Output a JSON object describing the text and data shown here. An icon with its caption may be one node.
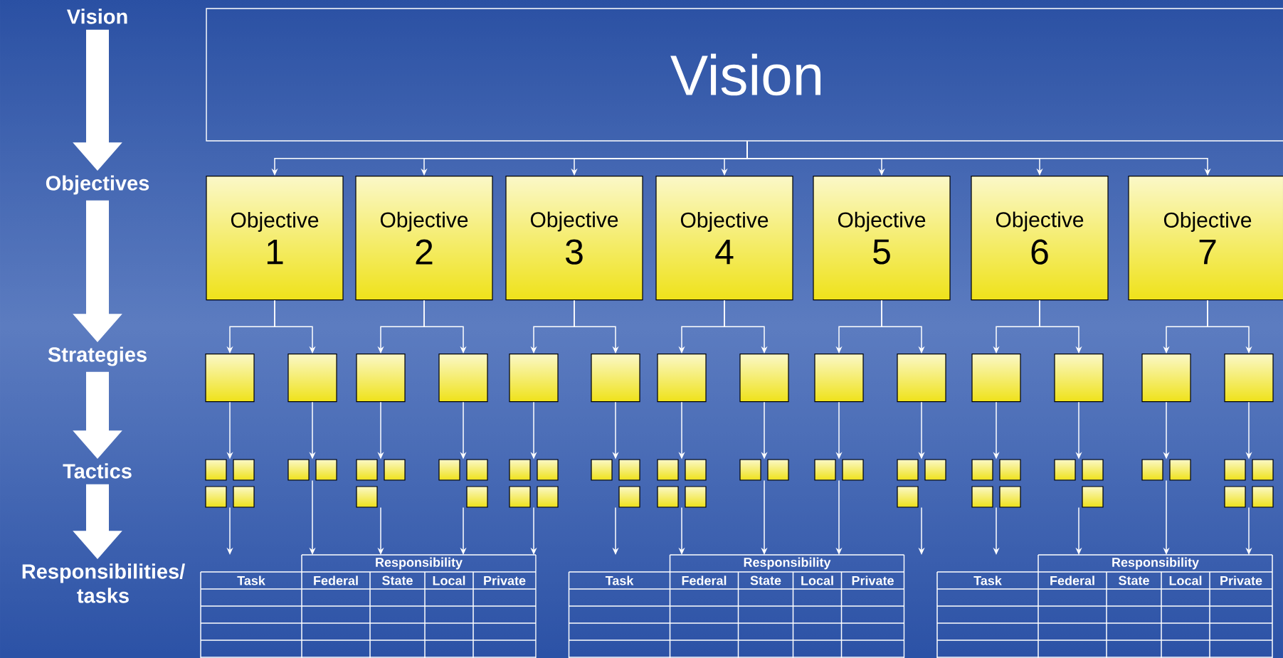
{
  "diagram": {
    "nodes": [
      {
        "text": [
          "Vision"
        ]
      },
      {
        "text": [
          "Objectives"
        ]
      },
      {
        "text": [
          "Strategies"
        ]
      },
      {
        "text": [
          "Tactics"
        ]
      },
      {
        "text": [
          "Responsibilities/ tasks"
        ]
      },
      {
        "text": [
          "Vision"
        ]
      },
      {
        "text": [
          "Objective",
          "1"
        ]
      },
      {
        "text": [
          "Objective",
          "2"
        ]
      },
      {
        "text": [
          "Objective",
          "3"
        ]
      },
      {
        "text": [
          "Objective",
          "4"
        ]
      },
      {
        "text": [
          "Objective",
          "5"
        ]
      },
      {
        "text": [
          "Objective",
          "6"
        ]
      },
      {
        "text": [
          "Objective",
          "7"
        ]
      },
      {
        "text": [],
        "shape": "box"
      },
      {
        "text": [],
        "shape": "box"
      },
      {
        "text": [],
        "shape": "box"
      },
      {
        "text": [],
        "shape": "box"
      },
      {
        "text": [],
        "shape": "box"
      },
      {
        "text": [],
        "shape": "box"
      },
      {
        "text": [],
        "shape": "box"
      },
      {
        "text": [],
        "shape": "box"
      },
      {
        "text": [],
        "shape": "box"
      },
      {
        "text": [],
        "shape": "box"
      },
      {
        "text": [],
        "shape": "box"
      },
      {
        "text": [],
        "shape": "box"
      },
      {
        "text": [],
        "shape": "box"
      },
      {
        "text": [],
        "shape": "box"
      },
      {
        "text": [],
        "shape": "box"
      },
      {
        "text": [],
        "shape": "box"
      },
      {
        "text": [],
        "shape": "box"
      },
      {
        "text": [],
        "shape": "box"
      },
      {
        "text": [],
        "shape": "box"
      },
      {
        "text": [],
        "shape": "box"
      },
      {
        "text": [],
        "shape": "box"
      },
      {
        "text": [],
        "shape": "box"
      },
      {
        "text": [],
        "shape": "box"
      },
      {
        "text": [],
        "shape": "box"
      },
      {
        "text": [],
        "shape": "box"
      },
      {
        "text": [],
        "shape": "box"
      },
      {
        "text": [],
        "shape": "box"
      },
      {
        "text": [],
        "shape": "box"
      },
      {
        "text": [],
        "shape": "box"
      },
      {
        "text": [],
        "shape": "box"
      },
      {
        "text": [],
        "shape": "box"
      },
      {
        "text": [],
        "shape": "box"
      },
      {
        "text": [],
        "shape": "box"
      },
      {
        "text": [],
        "shape": "box"
      },
      {
        "text": [],
        "shape": "box"
      },
      {
        "text": [],
        "shape": "box"
      },
      {
        "text": [],
        "shape": "box"
      },
      {
        "text": [],
        "shape": "box"
      },
      {
        "text": [],
        "shape": "box"
      },
      {
        "text": [],
        "shape": "box"
      },
      {
        "text": [],
        "shape": "box"
      },
      {
        "text": [],
        "shape": "box"
      },
      {
        "text": [],
        "shape": "box"
      },
      {
        "text": [],
        "shape": "box"
      },
      {
        "text": [],
        "shape": "box"
      },
      {
        "text": [],
        "shape": "box"
      },
      {
        "text": [],
        "shape": "box"
      },
      {
        "text": [],
        "shape": "box"
      },
      {
        "text": [],
        "shape": "box"
      },
      {
        "text": [],
        "shape": "box"
      },
      {
        "text": [],
        "shape": "box"
      },
      {
        "text": [],
        "shape": "box"
      },
      {
        "text": [],
        "shape": "box"
      },
      {
        "text": [],
        "shape": "box"
      },
      {
        "text": [],
        "shape": "box"
      },
      {
        "text": [],
        "shape": "box"
      },
      {
        "text": [],
        "shape": "box"
      },
      {
        "text": [
          "Responsibility",
          "Task",
          "Federal",
          "State",
          "Local",
          "Private"
        ]
      },
      {
        "text": [
          "Responsibility",
          "Task",
          "Federal",
          "State",
          "Local",
          "Private"
        ]
      },
      {
        "text": [
          "Responsibility",
          "Task",
          "Federal",
          "State",
          "Local",
          "Private"
        ]
      }
    ],
    "edges": [
      {
        "from": 0,
        "to": 1,
        "arrow": "to",
        "style": "thick"
      },
      {
        "from": 1,
        "to": 2,
        "arrow": "to",
        "style": "thick"
      },
      {
        "from": 2,
        "to": 3,
        "arrow": "to",
        "style": "thick"
      },
      {
        "from": 3,
        "to": 4,
        "arrow": "to",
        "style": "thick"
      },
      {
        "from": 5,
        "to": 6,
        "arrow": "to"
      },
      {
        "from": 5,
        "to": 7,
        "arrow": "to"
      },
      {
        "from": 5,
        "to": 8,
        "arrow": "to"
      },
      {
        "from": 5,
        "to": 9,
        "arrow": "to"
      },
      {
        "from": 5,
        "to": 10,
        "arrow": "to"
      },
      {
        "from": 5,
        "to": 11,
        "arrow": "to"
      },
      {
        "from": 5,
        "to": 12,
        "arrow": "to"
      },
      {
        "from": 6,
        "to": 13,
        "arrow": "to"
      },
      {
        "from": 6,
        "to": 14,
        "arrow": "to"
      },
      {
        "from": 7,
        "to": 15,
        "arrow": "to"
      },
      {
        "from": 7,
        "to": 16,
        "arrow": "to"
      },
      {
        "from": 8,
        "to": 17,
        "arrow": "to"
      },
      {
        "from": 8,
        "to": 18,
        "arrow": "to"
      },
      {
        "from": 9,
        "to": 19,
        "arrow": "to"
      },
      {
        "from": 9,
        "to": 20,
        "arrow": "to"
      },
      {
        "from": 10,
        "to": 21,
        "arrow": "to"
      },
      {
        "from": 10,
        "to": 22,
        "arrow": "to"
      },
      {
        "from": 11,
        "to": 23,
        "arrow": "to"
      },
      {
        "from": 11,
        "to": 24,
        "arrow": "to"
      },
      {
        "from": 12,
        "to": 25,
        "arrow": "to"
      },
      {
        "from": 12,
        "to": 26,
        "arrow": "to"
      },
      {
        "from": 13,
        "to": 27,
        "arrow": "to"
      },
      {
        "from": 14,
        "to": 31,
        "arrow": "to"
      },
      {
        "from": 15,
        "to": 33,
        "arrow": "to"
      },
      {
        "from": 16,
        "to": 36,
        "arrow": "to"
      },
      {
        "from": 17,
        "to": 39,
        "arrow": "to"
      },
      {
        "from": 18,
        "to": 43,
        "arrow": "to"
      },
      {
        "from": 19,
        "to": 46,
        "arrow": "to"
      },
      {
        "from": 20,
        "to": 50,
        "arrow": "to"
      },
      {
        "from": 21,
        "to": 52,
        "arrow": "to"
      },
      {
        "from": 22,
        "to": 54,
        "arrow": "to"
      },
      {
        "from": 23,
        "to": 57,
        "arrow": "to"
      },
      {
        "from": 24,
        "to": 61,
        "arrow": "to"
      },
      {
        "from": 25,
        "to": 64,
        "arrow": "to"
      },
      {
        "from": 26,
        "to": 66,
        "arrow": "to"
      },
      {
        "from": 30,
        "to": 70,
        "arrow": "to"
      },
      {
        "from": 32,
        "to": 70,
        "arrow": "to"
      },
      {
        "from": 35,
        "to": 70,
        "arrow": "to"
      },
      {
        "from": 38,
        "to": 70,
        "arrow": "to"
      },
      {
        "from": 42,
        "to": 70,
        "arrow": "to"
      },
      {
        "from": 45,
        "to": 71,
        "arrow": "to"
      },
      {
        "from": 49,
        "to": 71,
        "arrow": "to"
      },
      {
        "from": 51,
        "to": 71,
        "arrow": "to"
      },
      {
        "from": 53,
        "to": 71,
        "arrow": "to"
      },
      {
        "from": 56,
        "to": 72,
        "arrow": "to"
      },
      {
        "from": 60,
        "to": 72,
        "arrow": "to"
      },
      {
        "from": 63,
        "to": 72,
        "arrow": "to"
      },
      {
        "from": 65,
        "to": 72,
        "arrow": "to"
      },
      {
        "from": 69,
        "to": 72,
        "arrow": "to"
      }
    ]
  }
}
